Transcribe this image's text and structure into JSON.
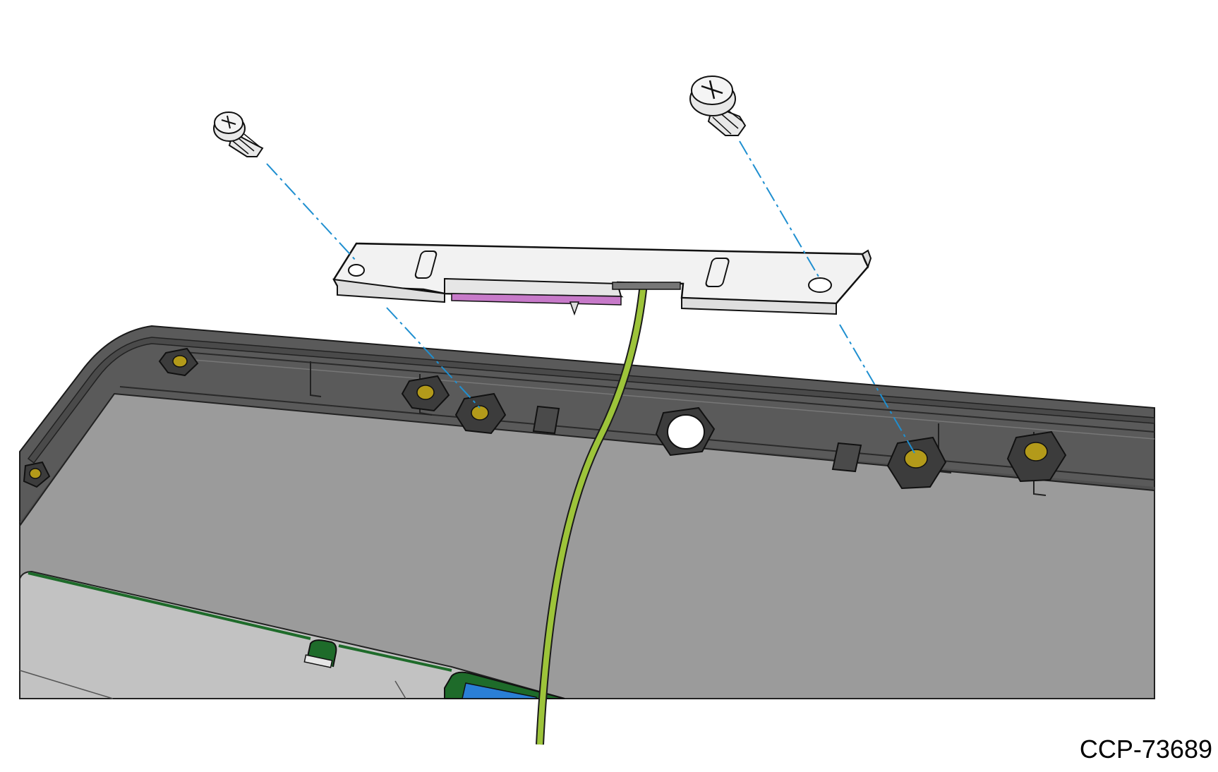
{
  "figure": {
    "label": "CCP-73689",
    "parts": [
      "screw-left",
      "screw-right",
      "mounting-bracket",
      "ground-cable",
      "enclosure-panel"
    ],
    "colors": {
      "enclosure_frame": "#5a5a5a",
      "enclosure_dark": "#3c3c3c",
      "panel": "#9b9b9b",
      "inner_panel": "#c2c2c2",
      "bracket": "#f2f2f2",
      "screw": "#e8e8e8",
      "brass_insert": "#b39a1a",
      "ground_wire": "#9dc43a",
      "guide_line": "#1f8fd0",
      "pcb_green": "#1e6b2a",
      "connector_blue": "#2a7fd6",
      "pcb_magenta": "#c77ac9"
    }
  }
}
